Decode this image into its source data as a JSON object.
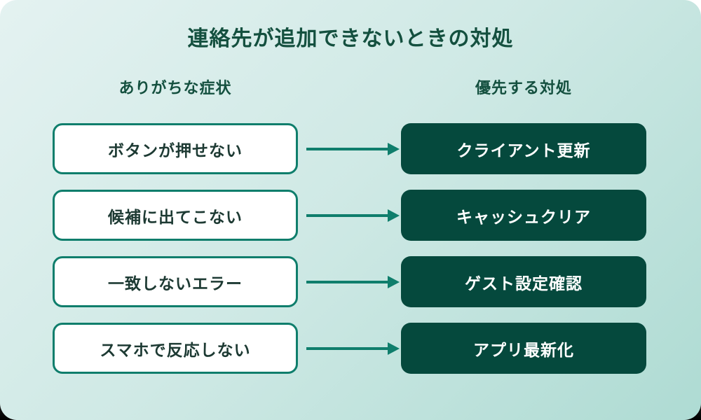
{
  "title": "連絡先が追加できないときの対処",
  "columns": {
    "symptom_header": "ありがちな症状",
    "action_header": "優先する対処"
  },
  "rows": [
    {
      "symptom": "ボタンが押せない",
      "action": "クライアント更新"
    },
    {
      "symptom": "候補に出てこない",
      "action": "キャッシュクリア"
    },
    {
      "symptom": "一致しないエラー",
      "action": "ゲスト設定確認"
    },
    {
      "symptom": "スマホで反応しない",
      "action": "アプリ最新化"
    }
  ],
  "colors": {
    "grad-start": "#e4f2f1",
    "grad-mid": "#cfe9e5",
    "grad-end": "#aedbd3",
    "teal": "#0f7e6c",
    "dark": "#05493d",
    "ink": "#14503f",
    "box-text": "#1d3a33"
  }
}
